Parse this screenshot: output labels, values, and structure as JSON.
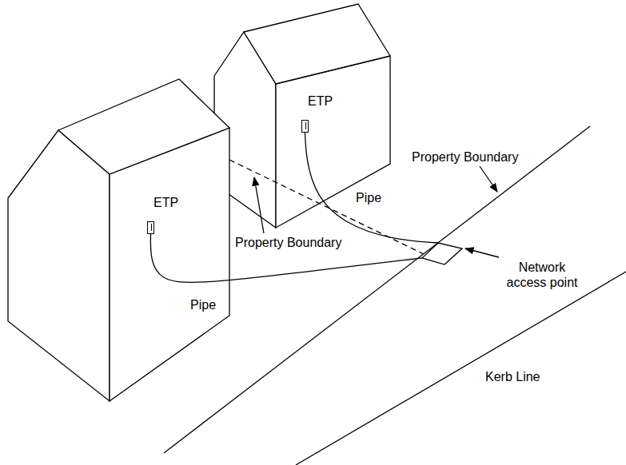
{
  "diagram": {
    "nodes": [
      {
        "text": [
          "ETP"
        ]
      },
      {
        "text": [
          "ETP"
        ]
      },
      {
        "text": [
          "Network access point"
        ]
      }
    ],
    "edges": [
      {
        "from": 0,
        "to": 2,
        "arrow": "none",
        "label": "Pipe"
      },
      {
        "from": 1,
        "to": 2,
        "arrow": "none",
        "label": "Pipe"
      }
    ],
    "labels": [
      "Property Boundary",
      "Property Boundary",
      "Kerb Line"
    ]
  }
}
